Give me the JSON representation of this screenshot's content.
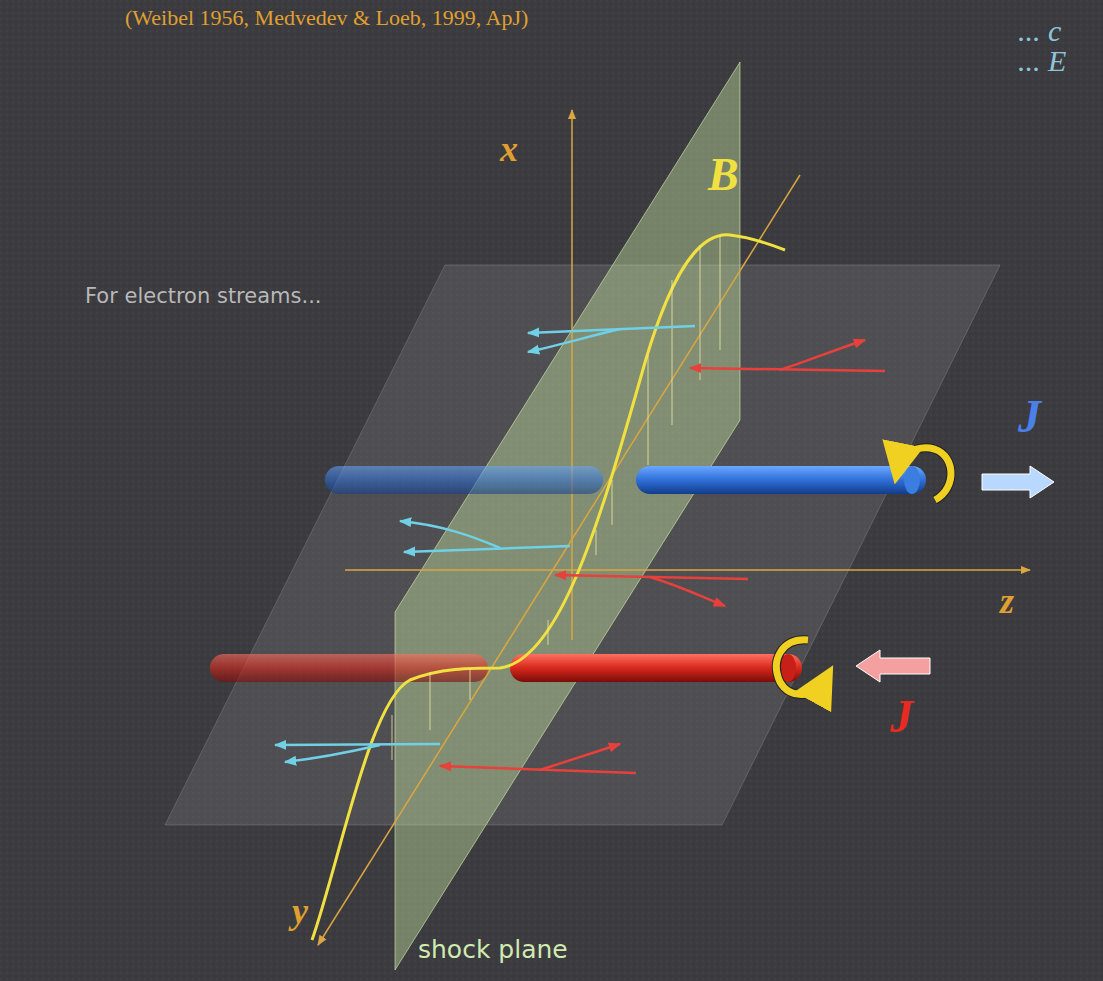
{
  "diagram": {
    "labels": [
      "(Weibel 1956, Medvedev & Loeb, 1999, ApJ)",
      "... c",
      "... E",
      "x",
      "B",
      "For electron streams...",
      "J",
      "z",
      "J",
      "y",
      "shock plane"
    ]
  }
}
